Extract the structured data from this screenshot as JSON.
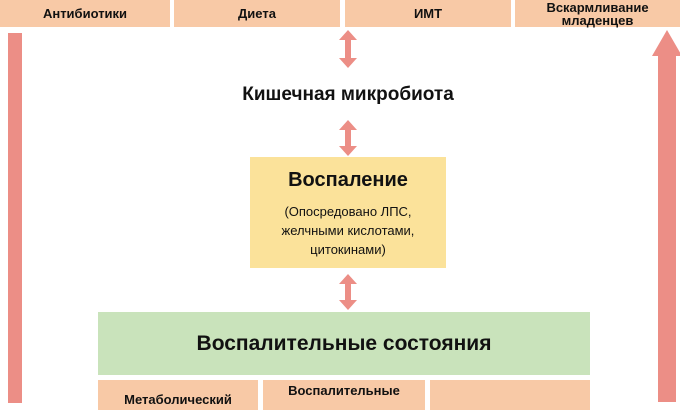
{
  "factors": [
    "Антибиотики",
    "Диета",
    "ИМТ",
    "Вскармливание младенцев"
  ],
  "microbiota": "Кишечная микробиота",
  "inflammation": {
    "title": "Воспаление",
    "subtitle": "(Опосредовано ЛПС, желчными кислотами, цитокинами)"
  },
  "conditions": {
    "title": "Воспалительные состояния",
    "items": [
      "Метаболический",
      "Воспалительные",
      ""
    ]
  },
  "colors": {
    "factor": "#f8c9a6",
    "arrow": "#ec8e86",
    "yellow": "#fbe29a",
    "green": "#c9e3bb"
  }
}
